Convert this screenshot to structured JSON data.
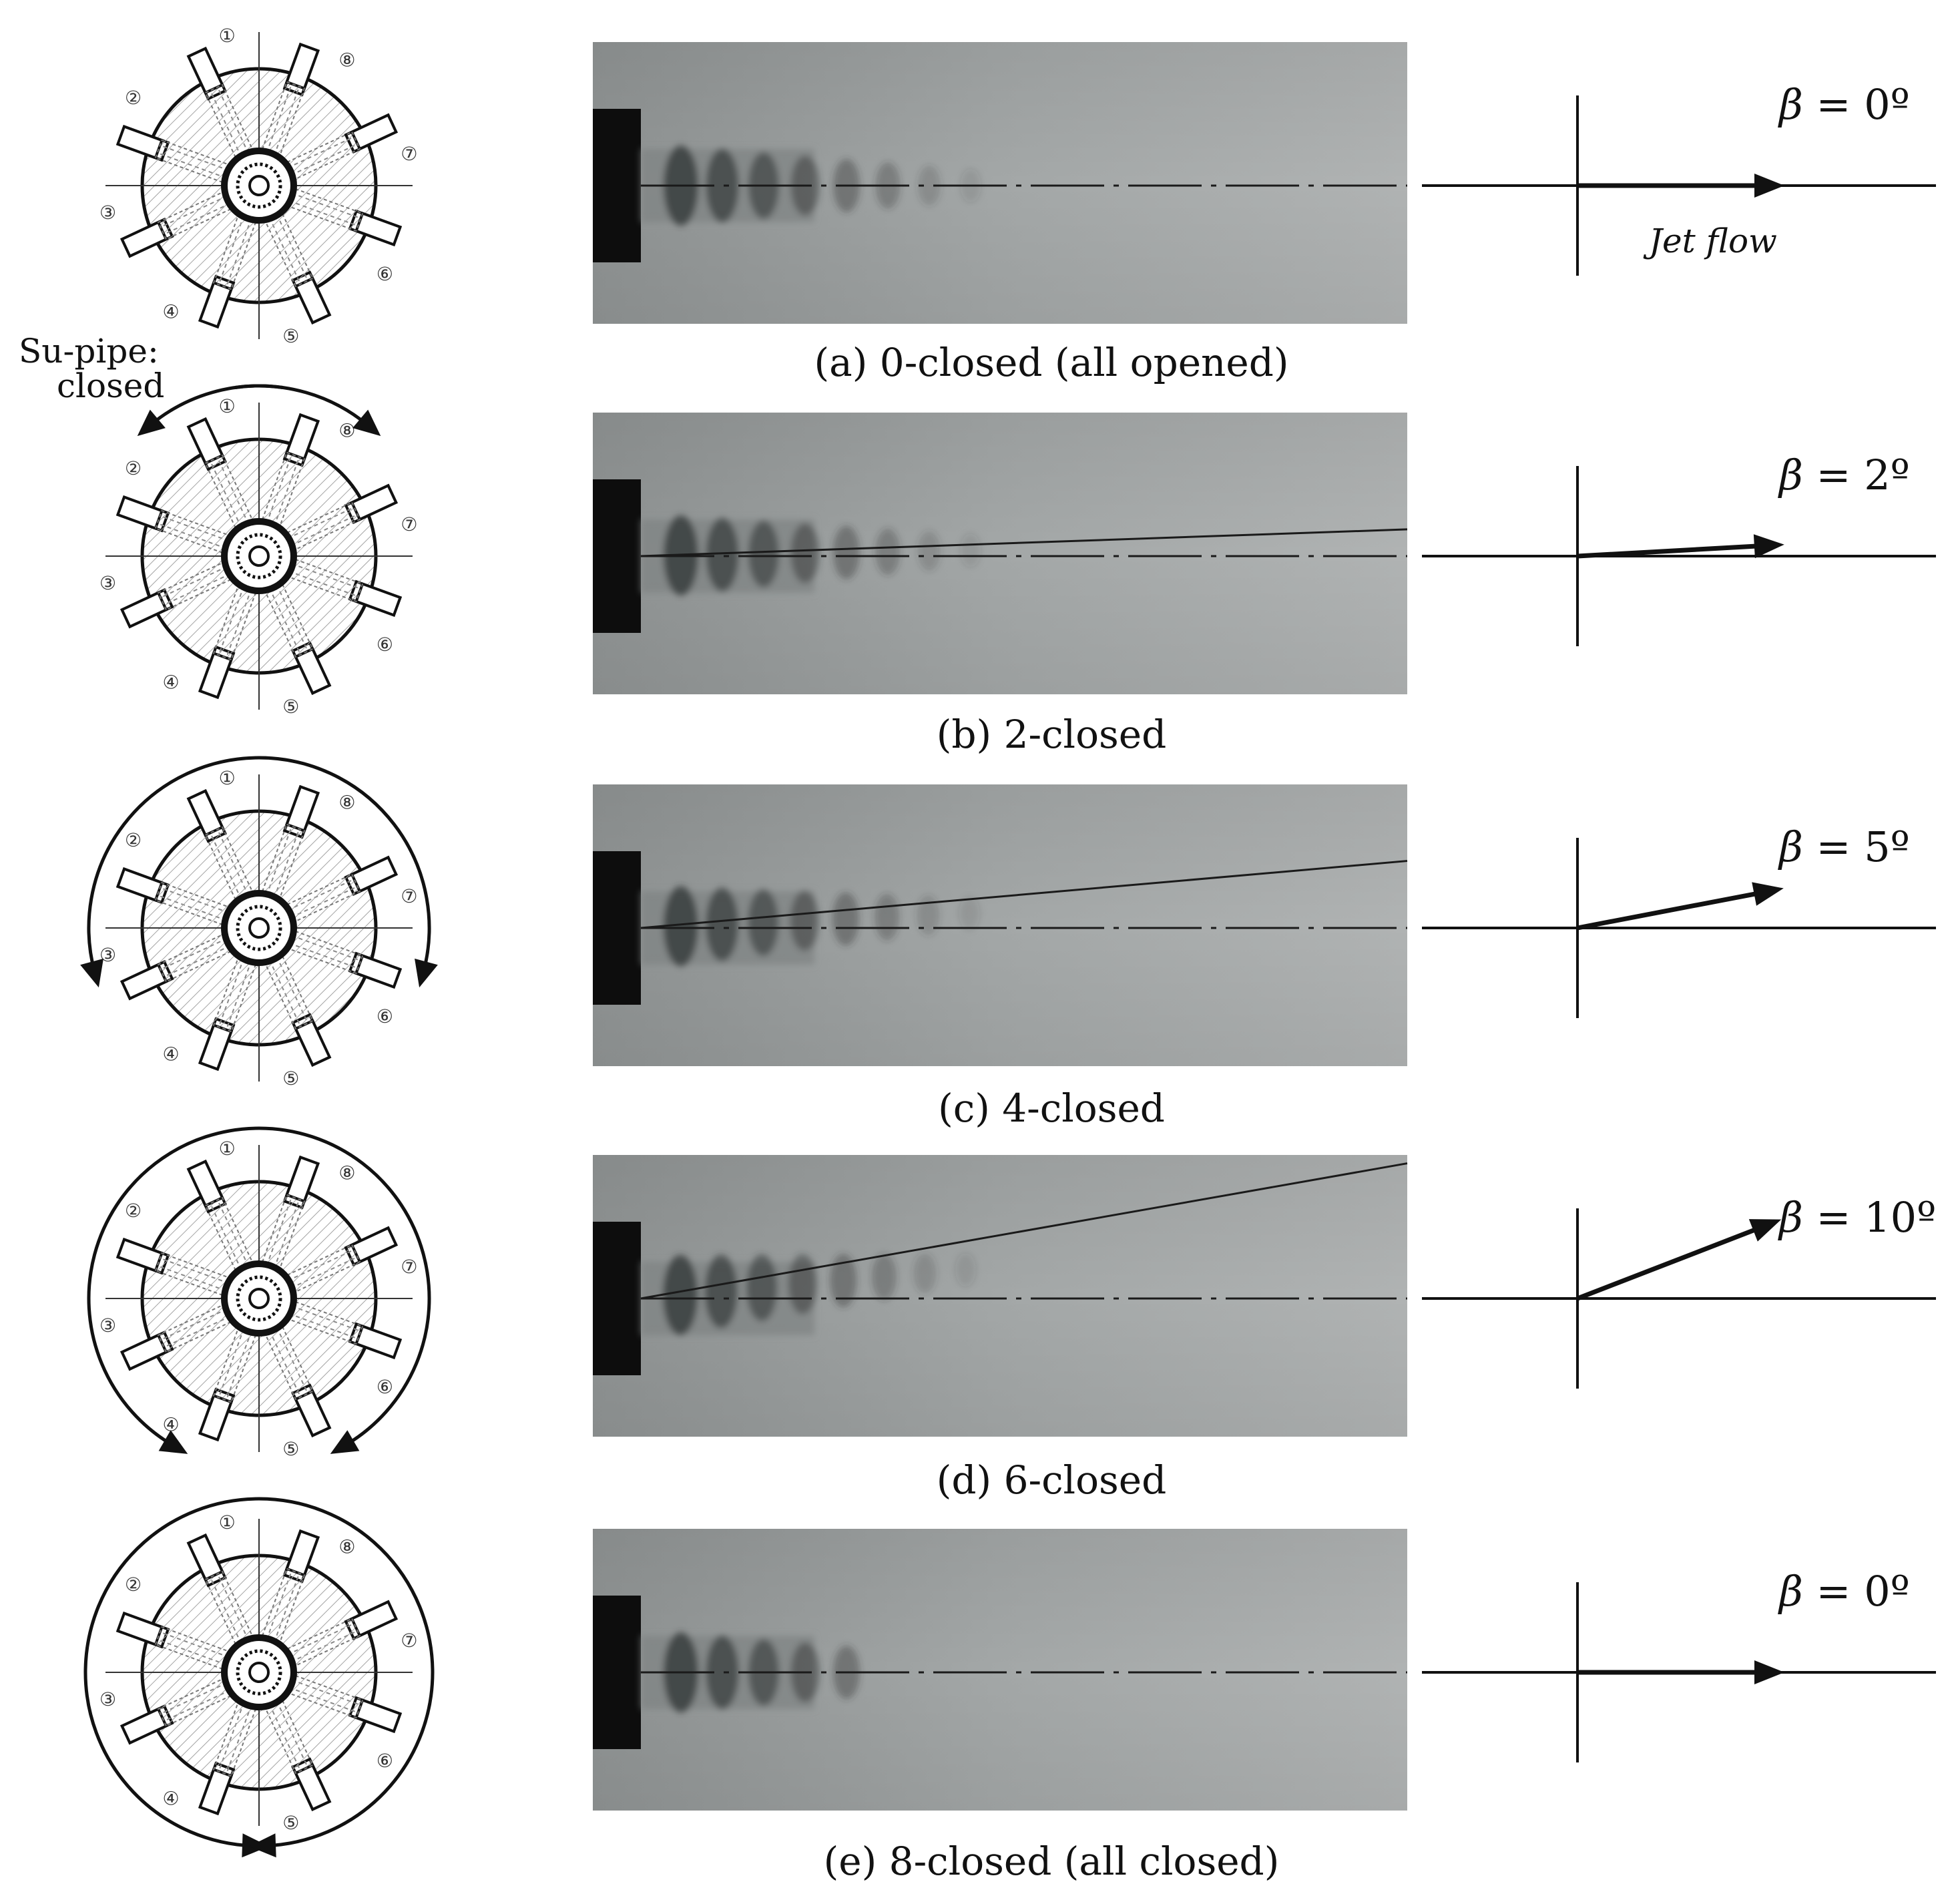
{
  "supipe_label": {
    "line1": "Su-pipe:",
    "line2": "closed"
  },
  "jet_flow_label": "Jet flow",
  "pipe_numbers": [
    "①",
    "②",
    "③",
    "④",
    "⑤",
    "⑥",
    "⑦",
    "⑧"
  ],
  "rows": [
    {
      "caption": "(a) 0-closed (all opened)",
      "closed_count": 0,
      "beta_symbol": "β",
      "beta_value": "= 0º",
      "beta_deg": 0
    },
    {
      "caption": "(b) 2-closed",
      "closed_count": 2,
      "beta_symbol": "β",
      "beta_value": "= 2º",
      "beta_deg": 2
    },
    {
      "caption": "(c) 4-closed",
      "closed_count": 4,
      "beta_symbol": "β",
      "beta_value": "= 5º",
      "beta_deg": 5
    },
    {
      "caption": "(d) 6-closed",
      "closed_count": 6,
      "beta_symbol": "β",
      "beta_value": "= 10º",
      "beta_deg": 10
    },
    {
      "caption": "(e) 8-closed (all closed)",
      "closed_count": 8,
      "beta_symbol": "β",
      "beta_value": "= 0º",
      "beta_deg": 0
    }
  ],
  "colors": {
    "photo_bg": "#9fa3a3",
    "ink": "#111111",
    "hatch": "#9a9a9a"
  }
}
